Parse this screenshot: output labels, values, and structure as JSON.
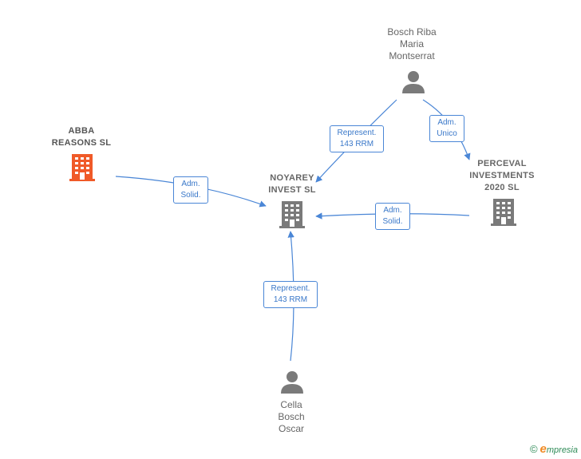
{
  "nodes": {
    "abba": {
      "label": "ABBA\nREASONS  SL",
      "type": "company",
      "color": "#f05a28"
    },
    "noyarey": {
      "label": "NOYAREY\nINVEST  SL",
      "type": "company",
      "color": "#7a7a7a"
    },
    "perceval": {
      "label": "PERCEVAL\nINVESTMENTS\n2020  SL",
      "type": "company",
      "color": "#7a7a7a"
    },
    "bosch": {
      "label": "Bosch Riba\nMaria\nMontserrat",
      "type": "person",
      "color": "#7a7a7a"
    },
    "cella": {
      "label": "Cella\nBosch\nOscar",
      "type": "person",
      "color": "#7a7a7a"
    }
  },
  "edges": {
    "abba_noyarey": "Adm.\nSolid.",
    "bosch_noyarey": "Represent.\n143 RRM",
    "bosch_perceval": "Adm.\nUnico",
    "perceval_noyarey": "Adm.\nSolid.",
    "cella_noyarey": "Represent.\n143 RRM"
  },
  "footer": {
    "copyright": "©",
    "brand_initial": "e",
    "brand_rest": "mpresia"
  },
  "colors": {
    "edge": "#4a86d6",
    "accent_company": "#f05a28",
    "neutral": "#7a7a7a"
  }
}
